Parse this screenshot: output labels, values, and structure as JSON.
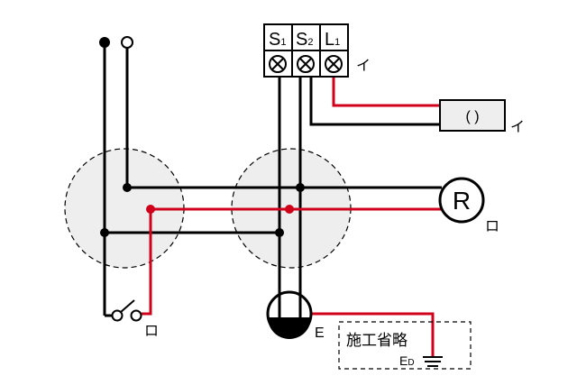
{
  "terminal_block": {
    "labels": [
      {
        "main": "S",
        "sub": "1"
      },
      {
        "main": "S",
        "sub": "2"
      },
      {
        "main": "L",
        "sub": "1"
      }
    ],
    "side_label": "イ"
  },
  "device_box": {
    "text": "( )",
    "side_label": "イ"
  },
  "lamp": {
    "symbol": "R",
    "side_label": "ロ"
  },
  "switch": {
    "side_label": "ロ"
  },
  "outlet": {
    "side_label": "E"
  },
  "ground_box": {
    "text": "施工省略",
    "ground_label_main": "E",
    "ground_label_sub": "D"
  },
  "colors": {
    "black_wire": "#000000",
    "red_wire": "#d0021b",
    "junction_fill": "#eeeeee",
    "device_fill": "#eeeeee"
  }
}
